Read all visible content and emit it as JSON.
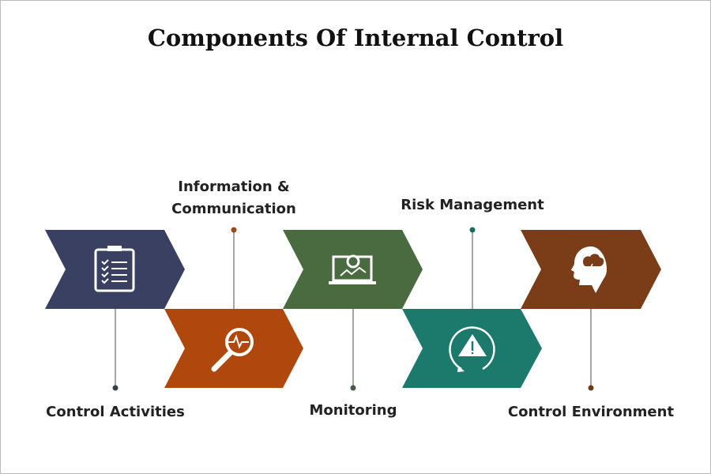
{
  "title": "Components Of Internal Control",
  "steps": [
    {
      "label": "Control Activities",
      "icon": "clipboard-checklist-icon",
      "color": "#394062"
    },
    {
      "label": "Information & Communication",
      "label_line1": "Information &",
      "label_line2": "Communication",
      "icon": "magnifier-pulse-icon",
      "color": "#b0480e"
    },
    {
      "label": "Monitoring",
      "icon": "laptop-gear-icon",
      "color": "#4a6a40"
    },
    {
      "label": "Risk Management",
      "icon": "warning-cycle-icon",
      "color": "#1b7a6c"
    },
    {
      "label": "Control Environment",
      "icon": "head-storm-icon",
      "color": "#7a3d17"
    }
  ]
}
